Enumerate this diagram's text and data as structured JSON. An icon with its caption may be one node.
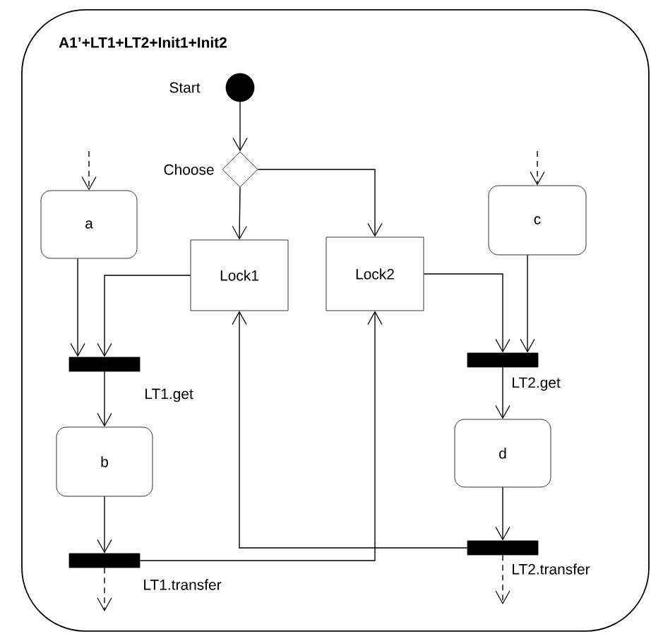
{
  "diagram": {
    "nodes": [
      {
        "text": [
          "A1’+LT1+LT2+Init1+Init2"
        ]
      },
      {
        "text": [],
        "shape": "circle",
        "beside": [
          "Start"
        ],
        "in": 0
      },
      {
        "text": [],
        "shape": "diamond",
        "beside": [
          "Choose"
        ],
        "in": 0
      },
      {
        "text": [
          "a"
        ],
        "in": 0
      },
      {
        "text": [
          "Lock1"
        ],
        "in": 0
      },
      {
        "text": [
          "Lock2"
        ],
        "in": 0
      },
      {
        "text": [
          "c"
        ],
        "in": 0
      },
      {
        "text": [],
        "shape": "bar",
        "beside": [
          "LT1.get"
        ],
        "in": 0
      },
      {
        "text": [
          "b"
        ],
        "in": 0
      },
      {
        "text": [],
        "shape": "bar",
        "beside": [
          "LT2.get"
        ],
        "in": 0
      },
      {
        "text": [
          "d"
        ],
        "in": 0
      },
      {
        "text": [],
        "shape": "bar",
        "beside": [
          "LT1.transfer"
        ],
        "in": 0
      },
      {
        "text": [],
        "shape": "bar",
        "beside": [
          "LT2.transfer"
        ],
        "in": 0
      }
    ],
    "edges": [
      {
        "from": null,
        "to": 3,
        "arrow": "to",
        "style": "dashed"
      },
      {
        "from": null,
        "to": 6,
        "arrow": "to",
        "style": "dashed"
      },
      {
        "from": 1,
        "to": 2,
        "arrow": "to"
      },
      {
        "from": 2,
        "to": 4,
        "arrow": "to"
      },
      {
        "from": 2,
        "to": 5,
        "arrow": "to"
      },
      {
        "from": 3,
        "to": 7,
        "arrow": "to"
      },
      {
        "from": 4,
        "to": 7,
        "arrow": "to"
      },
      {
        "from": 7,
        "to": 8,
        "arrow": "to"
      },
      {
        "from": 8,
        "to": 11,
        "arrow": "to"
      },
      {
        "from": 11,
        "to": null,
        "arrow": "to",
        "style": "dashed"
      },
      {
        "from": 6,
        "to": 9,
        "arrow": "to"
      },
      {
        "from": 5,
        "to": 9,
        "arrow": "to"
      },
      {
        "from": 9,
        "to": 10,
        "arrow": "to"
      },
      {
        "from": 10,
        "to": 12,
        "arrow": "to"
      },
      {
        "from": 12,
        "to": null,
        "arrow": "to",
        "style": "dashed"
      },
      {
        "from": 12,
        "to": 4,
        "arrow": "to"
      },
      {
        "from": 11,
        "to": 5,
        "arrow": "to"
      }
    ]
  }
}
